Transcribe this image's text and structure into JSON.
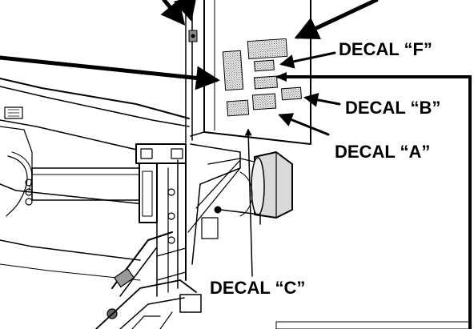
{
  "labels": {
    "decal_f": "DECAL “F”",
    "decal_b": "DECAL “B”",
    "decal_a": "DECAL “A”",
    "decal_c": "DECAL “C”"
  },
  "colors": {
    "ink": "#000000",
    "paper": "#ffffff",
    "decal_fill": "#bdbdbd",
    "machine_shade": "#d9d9d9"
  }
}
